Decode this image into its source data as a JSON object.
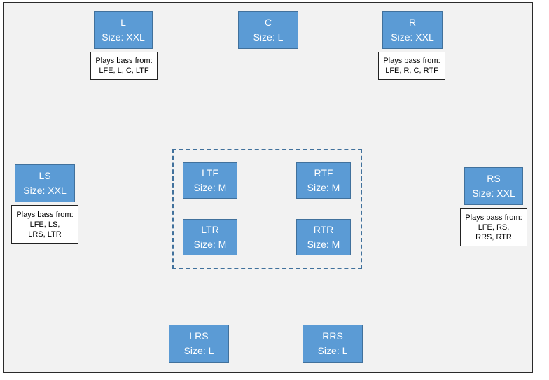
{
  "speakers": {
    "L": {
      "name": "L",
      "size": "Size: XXL"
    },
    "C": {
      "name": "C",
      "size": "Size: L"
    },
    "R": {
      "name": "R",
      "size": "Size: XXL"
    },
    "LS": {
      "name": "LS",
      "size": "Size: XXL"
    },
    "RS": {
      "name": "RS",
      "size": "Size: XXL"
    },
    "LTF": {
      "name": "LTF",
      "size": "Size: M"
    },
    "RTF": {
      "name": "RTF",
      "size": "Size: M"
    },
    "LTR": {
      "name": "LTR",
      "size": "Size: M"
    },
    "RTR": {
      "name": "RTR",
      "size": "Size: M"
    },
    "LRS": {
      "name": "LRS",
      "size": "Size: L"
    },
    "RRS": {
      "name": "RRS",
      "size": "Size: L"
    }
  },
  "notes": {
    "L": {
      "title": "Plays bass from:",
      "lines": [
        "LFE, L, C, LTF"
      ]
    },
    "R": {
      "title": "Plays bass from:",
      "lines": [
        "LFE, R, C, RTF"
      ]
    },
    "LS": {
      "title": "Plays bass from:",
      "lines": [
        "LFE, LS,",
        "LRS, LTR"
      ]
    },
    "RS": {
      "title": "Plays bass from:",
      "lines": [
        "LFE, RS,",
        "RRS, RTR"
      ]
    }
  },
  "colors": {
    "speaker_fill": "#5b9bd5",
    "speaker_border": "#41719c",
    "background": "#f2f2f2"
  }
}
